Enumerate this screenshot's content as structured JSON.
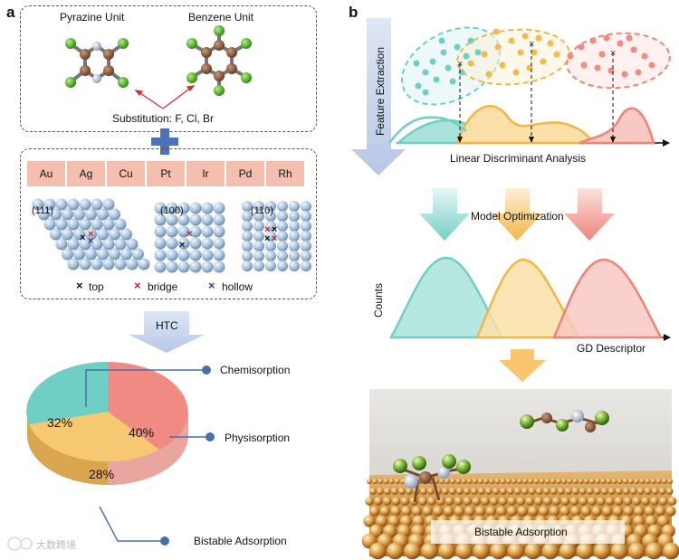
{
  "panel_a": {
    "letter": "a",
    "pyrazine_label": "Pyrazine  Unit",
    "benzene_label": "Benzene  Unit",
    "substitution": "Substitution:  F, Cl, Br",
    "metals": [
      "Au",
      "Ag",
      "Cu",
      "Pt",
      "Ir",
      "Pd",
      "Rh"
    ],
    "facets": [
      "(111)",
      "(100)",
      "(110)"
    ],
    "sites": [
      {
        "mark": "×",
        "label": "top",
        "color": "#111111"
      },
      {
        "mark": "×",
        "label": "bridge",
        "color": "#c0282d"
      },
      {
        "mark": "×",
        "label": "hollow",
        "color": "#3a3a9a"
      }
    ],
    "htc": "HTC",
    "pie": {
      "slices": [
        {
          "label": "Physisorption",
          "value": 40,
          "text": "40%",
          "color": "#f08a82"
        },
        {
          "label": "Bistable Adsorption",
          "value": 28,
          "text": "28%",
          "color": "#f7c872"
        },
        {
          "label": "Chemisorption",
          "value": 32,
          "text": "32%",
          "color": "#6fcfc4"
        }
      ]
    }
  },
  "panel_b": {
    "letter": "b",
    "feature_extraction": "Feature Extraction",
    "lda": "Linear Discriminant Analysis",
    "model_optimization": "Model Optimization",
    "counts": "Counts",
    "gd_descriptor": "GD Descriptor",
    "bistable": "Bistable Adsorption"
  },
  "colors": {
    "teal": "#6fcfc4",
    "orange": "#f5b94f",
    "red": "#f08a82",
    "blue_arrow": "#c9d6ec",
    "leader": "#4a6fa8"
  },
  "watermark": "大数跨境"
}
